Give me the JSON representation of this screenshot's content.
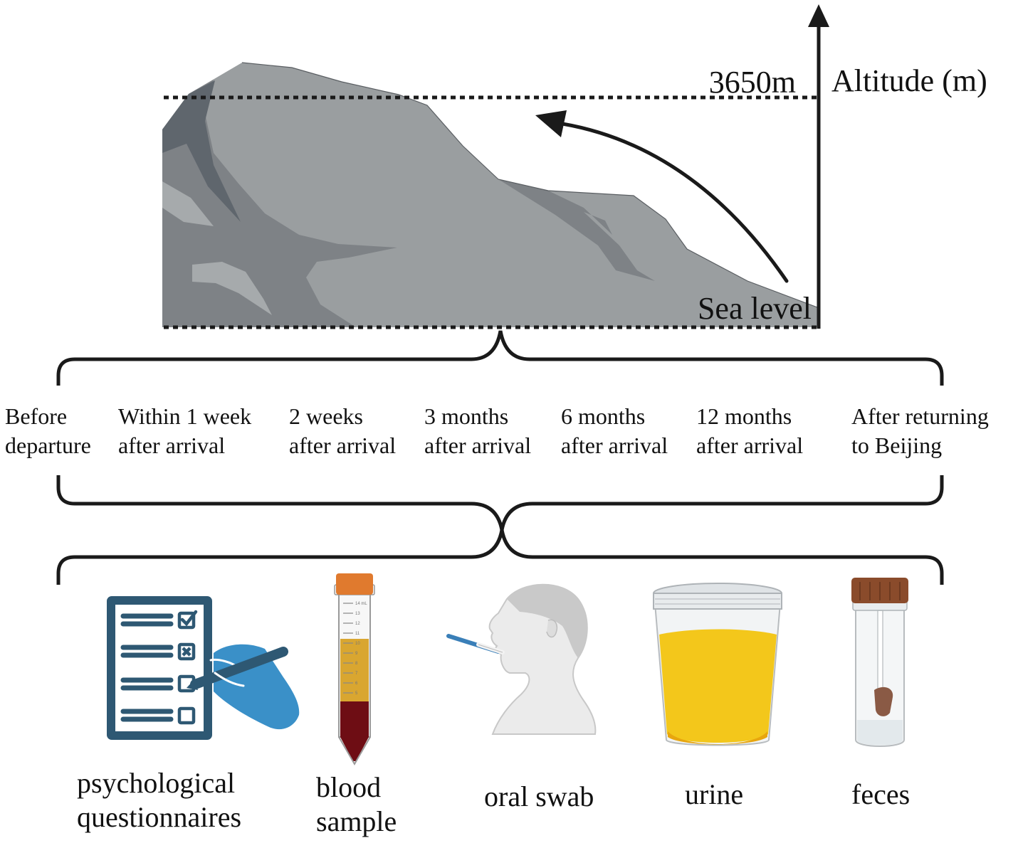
{
  "altitude": {
    "axis_label": "Altitude (m)",
    "top_label": "3650m",
    "bottom_label": "Sea level"
  },
  "timepoints": [
    {
      "line1": "Before",
      "line2": "departure"
    },
    {
      "line1": "Within 1 week",
      "line2": "after arrival"
    },
    {
      "line1": "2 weeks",
      "line2": "after arrival"
    },
    {
      "line1": "3 months",
      "line2": "after arrival"
    },
    {
      "line1": "6 months",
      "line2": "after arrival"
    },
    {
      "line1": "12 months",
      "line2": "after arrival"
    },
    {
      "line1": "After returning",
      "line2": "to Beijing"
    }
  ],
  "samples": [
    {
      "line1": "psychological",
      "line2": "questionnaires",
      "icon": "questionnaire-clipboard-icon"
    },
    {
      "line1": "blood",
      "line2": "sample",
      "icon": "blood-tube-icon"
    },
    {
      "line1": "oral swab",
      "icon": "oral-swab-icon"
    },
    {
      "line1": "urine",
      "icon": "urine-cup-icon"
    },
    {
      "line1": "feces",
      "icon": "feces-tube-icon"
    }
  ],
  "tube_ticks": [
    "14 mL",
    "13",
    "12",
    "11",
    "10",
    "9",
    "8",
    "7",
    "6",
    "5"
  ],
  "colors": {
    "mountain": "#9a9ea0",
    "mountain_shadow": "#7e8286",
    "mountain_dark": "#5f666d",
    "clipboard": "#2e5873",
    "hand": "#3a90c8",
    "cap_orange": "#e07a2e",
    "plasma": "#d9a630",
    "blood": "#6e0d14",
    "urine": "#f3c71b",
    "feces_cap": "#8a4b2b"
  }
}
